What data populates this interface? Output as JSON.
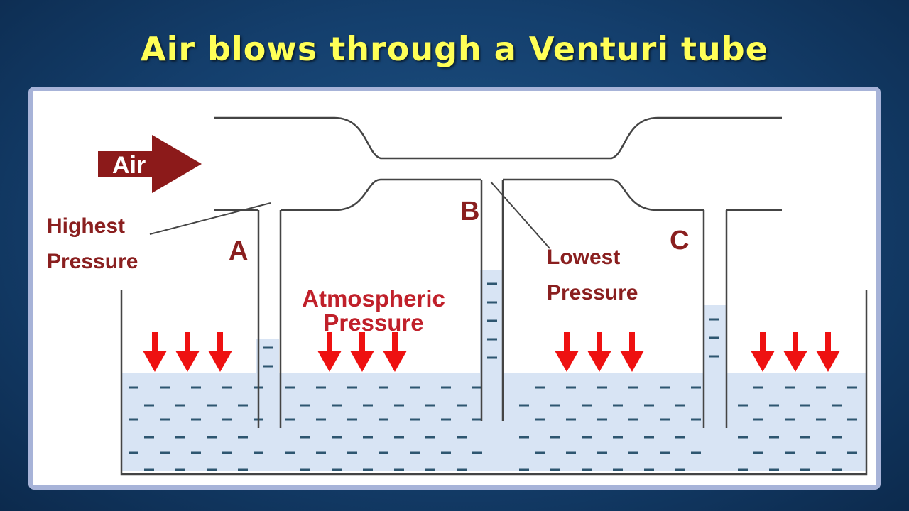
{
  "title": "Air blows through a Venturi tube",
  "labels": {
    "air": "Air",
    "highest_line1": "Highest",
    "highest_line2": "Pressure",
    "point_a": "A",
    "point_b": "B",
    "point_c": "C",
    "atmospheric_line1": "Atmospheric",
    "atmospheric_line2": "Pressure",
    "lowest_line1": "Lowest",
    "lowest_line2": "Pressure"
  },
  "colors": {
    "title": "#ffff57",
    "label": "#8a1f1f",
    "atmospheric_label": "#c0202a",
    "arrow": "#ee1111",
    "air_arrow": "#8c1a1a",
    "water": "#d8e4f4",
    "dash": "#2e5670",
    "outline": "#444444"
  }
}
